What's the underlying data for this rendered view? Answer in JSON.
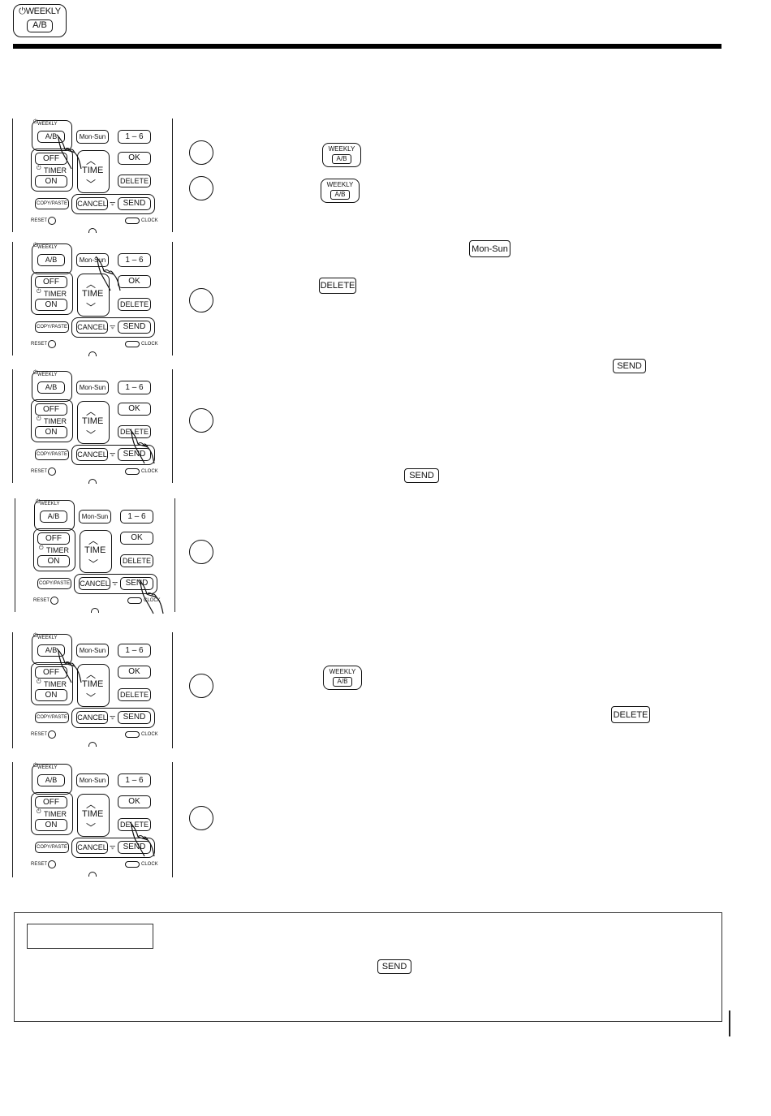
{
  "header": {
    "badge_top": "⏻WEEKLY",
    "badge_bottom": "A/B"
  },
  "remote": {
    "weekly": "WEEKLY",
    "ab": "A/B",
    "mon_sun": "Mon-Sun",
    "one_six": "1 – 6",
    "off": "OFF",
    "timer": "TIMER",
    "on": "ON",
    "time": "TIME",
    "ok": "OK",
    "delete": "DELETE",
    "copy_paste": "COPY/PASTE",
    "cancel": "CANCEL",
    "send": "SEND",
    "reset": "RESET",
    "clock": "CLOCK",
    "up": "︿",
    "down": "﹀"
  },
  "inline_buttons": {
    "weekly": "WEEKLY",
    "ab": "A/B",
    "mon_sun": "Mon-Sun",
    "delete": "DELETE",
    "send": "SEND"
  }
}
